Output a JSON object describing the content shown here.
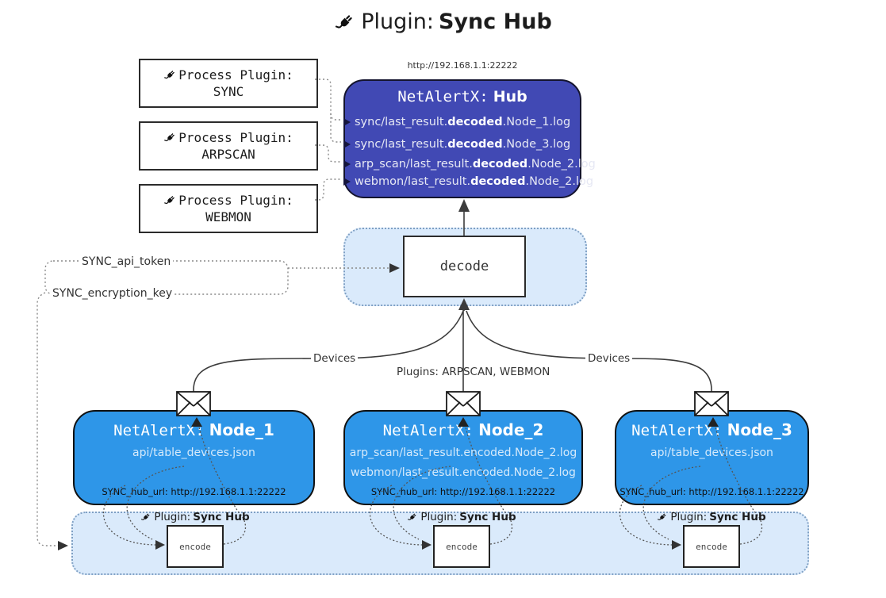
{
  "title": {
    "icon": "plug-icon",
    "prefix": "Plugin:",
    "name": "Sync Hub"
  },
  "process_plugins": [
    {
      "icon": "plug-icon",
      "label": "Process Plugin:",
      "name": "SYNC"
    },
    {
      "icon": "plug-icon",
      "label": "Process Plugin:",
      "name": "ARPSCAN"
    },
    {
      "icon": "plug-icon",
      "label": "Process Plugin:",
      "name": "WEBMON"
    }
  ],
  "hub": {
    "url": "http://192.168.1.1:22222",
    "title_prefix": "NetAlertX:",
    "title_name": "Hub",
    "items": [
      {
        "pre": "sync/last_result.",
        "bold": "decoded",
        "post": ".Node_1.log"
      },
      {
        "pre": "sync/last_result.",
        "bold": "decoded",
        "post": ".Node_3.log"
      },
      {
        "pre": "arp_scan/last_result.",
        "bold": "decoded",
        "post": ".Node_2.log"
      },
      {
        "pre": "webmon/last_result.",
        "bold": "decoded",
        "post": ".Node_2.log"
      }
    ]
  },
  "decode": {
    "label": "decode"
  },
  "settings": {
    "api_token": "SYNC_api_token",
    "encryption_key": "SYNC_encryption_key"
  },
  "edge_labels": {
    "devices_left": "Devices",
    "plugins_mid": "Plugins: ARPSCAN, WEBMON",
    "devices_right": "Devices"
  },
  "nodes": [
    {
      "title_prefix": "NetAlertX:",
      "title_name": "Node_1",
      "files": [
        "api/table_devices.json"
      ],
      "hub_url": "SYNC_hub_url: http://192.168.1.1:22222"
    },
    {
      "title_prefix": "NetAlertX:",
      "title_name": "Node_2",
      "files": [
        "arp_scan/last_result.encoded.Node_2.log",
        "webmon/last_result.encoded.Node_2.log"
      ],
      "hub_url": "SYNC_hub_url: http://192.168.1.1:22222"
    },
    {
      "title_prefix": "NetAlertX:",
      "title_name": "Node_3",
      "files": [
        "api/table_devices.json"
      ],
      "hub_url": "SYNC_hub_url: http://192.168.1.1:22222"
    }
  ],
  "encoders": [
    {
      "icon": "plug-icon",
      "label": "Plugin:",
      "name": "Sync Hub",
      "box": "encode"
    },
    {
      "icon": "plug-icon",
      "label": "Plugin:",
      "name": "Sync Hub",
      "box": "encode"
    },
    {
      "icon": "plug-icon",
      "label": "Plugin:",
      "name": "Sync Hub",
      "box": "encode"
    }
  ],
  "colors": {
    "hub_bg": "#4149B4",
    "node_bg": "#2E96E8",
    "panel_bg": "#DAEAFB",
    "panel_border": "#7FA0C4",
    "box_border": "#1A1A1A",
    "hub_text": "#E6E8F4",
    "node_file_text": "#D6EAFB"
  }
}
